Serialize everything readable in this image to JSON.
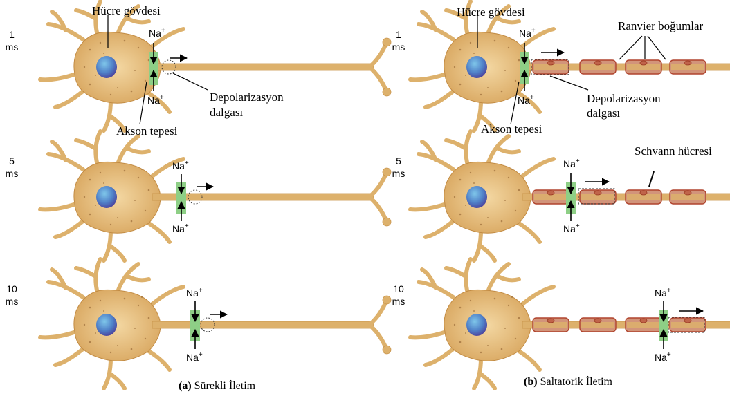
{
  "time_labels": {
    "row1_num": "1",
    "row1_unit": "ms",
    "row2_num": "5",
    "row2_unit": "ms",
    "row3_num": "10",
    "row3_unit": "ms"
  },
  "labels": {
    "cell_body": "Hücre gövdesi",
    "axon_hillock": "Akson tepesi",
    "depol_line1": "Depolarizasyon",
    "depol_line2": "dalgası",
    "ranvier_nodes": "Ranvier boğumlar",
    "schwann_cell": "Schvann hücresi",
    "sodium": "Na",
    "charge": "+"
  },
  "captions": {
    "a_letter": "(a)",
    "a_text": "Sürekli İletim",
    "b_letter": "(b)",
    "b_text": "Saltatorik İletim"
  },
  "colors": {
    "neuron_fill": "#ddb16c",
    "neuron_stroke": "#b8843a",
    "nucleus": "#5b7fc4",
    "na_channel": "#8ecf86",
    "myelin_fill": "#cf8e6e",
    "myelin_stroke": "#b0442e"
  }
}
